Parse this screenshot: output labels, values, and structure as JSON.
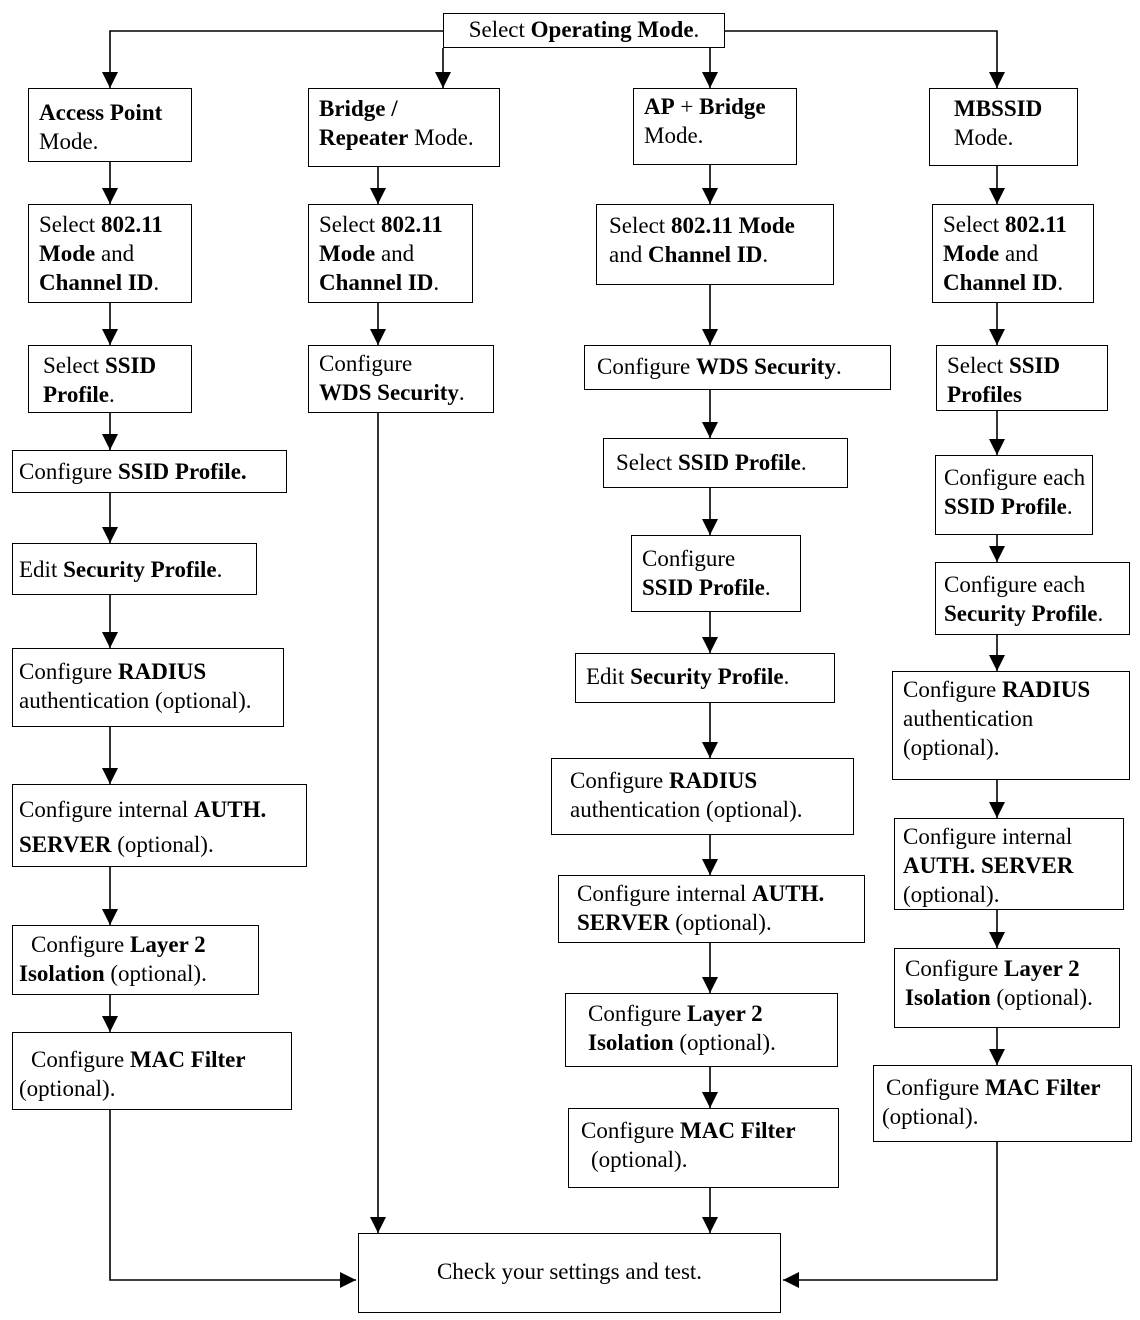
{
  "nodes": {
    "operating_mode": [
      "Select ",
      "Operating Mode",
      "."
    ],
    "ap_mode": [
      "Access Point",
      "Mode."
    ],
    "ap_802": [
      "Select ",
      "802.11",
      "Mode",
      " and",
      "Channel ID",
      "."
    ],
    "ap_ssid_sel": [
      "Select ",
      "SSID",
      "Profile",
      "."
    ],
    "ap_ssid_cfg": [
      "Configure ",
      "SSID Profile."
    ],
    "ap_sec": [
      "Edit ",
      "Security Profile",
      "."
    ],
    "ap_radius": [
      "Configure ",
      "RADIUS",
      "authentication (optional)."
    ],
    "ap_auth": [
      "Configure internal ",
      "AUTH.",
      "SERVER",
      " (optional)."
    ],
    "ap_l2": [
      "Configure ",
      "Layer 2",
      "Isolation",
      " (optional)."
    ],
    "ap_mac": [
      "Configure ",
      "MAC Filter",
      "(optional)."
    ],
    "br_mode": [
      "Bridge /",
      "Repeater",
      " Mode."
    ],
    "br_802": [
      "Select ",
      "802.11",
      "Mode",
      " and",
      "Channel ID",
      "."
    ],
    "br_wds": [
      "Configure",
      "WDS Security",
      "."
    ],
    "apb_mode": [
      "AP",
      " + ",
      "Bridge",
      "Mode."
    ],
    "apb_802": [
      "Select ",
      "802.11 Mode",
      "and ",
      "Channel ID",
      "."
    ],
    "apb_wds": [
      "Configure ",
      "WDS Security",
      "."
    ],
    "apb_ssid_sel": [
      "Select ",
      "SSID Profile",
      "."
    ],
    "apb_ssid_cfg": [
      "Configure",
      "SSID Profile",
      "."
    ],
    "apb_sec": [
      "Edit ",
      "Security Profile",
      "."
    ],
    "apb_radius": [
      "Configure ",
      "RADIUS",
      "authentication (optional)."
    ],
    "apb_auth": [
      "Configure internal ",
      "AUTH.",
      "SERVER",
      " (optional)."
    ],
    "apb_l2": [
      "Configure ",
      "Layer 2",
      "Isolation",
      " (optional)."
    ],
    "apb_mac": [
      "Configure ",
      "MAC Filter",
      "(optional)."
    ],
    "mb_mode": [
      "MBSSID",
      "Mode."
    ],
    "mb_802": [
      "Select ",
      "802.11",
      "Mode",
      " and",
      "Channel ID",
      "."
    ],
    "mb_ssid_sel": [
      "Select ",
      "SSID",
      "Profiles"
    ],
    "mb_ssid_cfg": [
      "Configure each",
      "SSID Profile",
      "."
    ],
    "mb_sec": [
      "Configure each",
      "Security Profile",
      "."
    ],
    "mb_radius": [
      "Configure ",
      "RADIUS",
      "authentication",
      "(optional)."
    ],
    "mb_auth": [
      "Configure internal",
      "AUTH. SERVER",
      "(optional)."
    ],
    "mb_l2": [
      "Configure ",
      "Layer 2",
      "Isolation",
      " (optional)."
    ],
    "mb_mac": [
      "Configure ",
      "MAC Filter",
      "(optional)."
    ],
    "check": [
      "Check your settings and test."
    ]
  }
}
